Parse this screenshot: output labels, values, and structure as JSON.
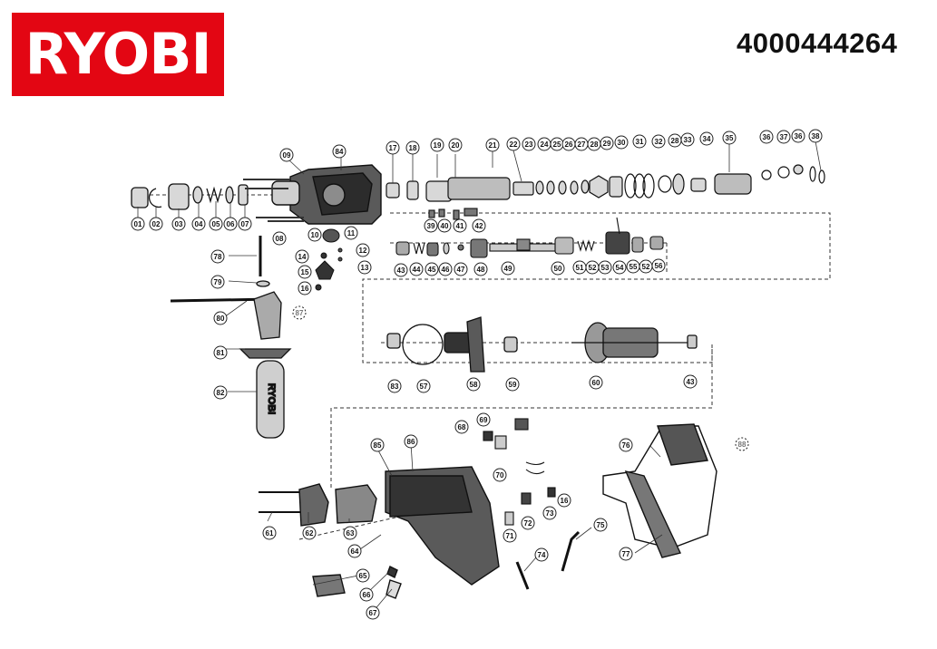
{
  "brand": {
    "logo_text": "RYOBI",
    "color": "#e30613"
  },
  "document": {
    "part_number": "4000444264"
  },
  "diagram": {
    "handle_label": "RYOBI",
    "callouts": [
      {
        "id": "01",
        "shape": "circle"
      },
      {
        "id": "02",
        "shape": "circle"
      },
      {
        "id": "03",
        "shape": "circle"
      },
      {
        "id": "04",
        "shape": "circle"
      },
      {
        "id": "05",
        "shape": "circle"
      },
      {
        "id": "06",
        "shape": "circle"
      },
      {
        "id": "07",
        "shape": "circle"
      },
      {
        "id": "08",
        "shape": "circle"
      },
      {
        "id": "09",
        "shape": "circle"
      },
      {
        "id": "10",
        "shape": "circle"
      },
      {
        "id": "11",
        "shape": "circle"
      },
      {
        "id": "12",
        "shape": "circle"
      },
      {
        "id": "13",
        "shape": "circle"
      },
      {
        "id": "14",
        "shape": "circle"
      },
      {
        "id": "15",
        "shape": "circle"
      },
      {
        "id": "16",
        "shape": "circle"
      },
      {
        "id": "17",
        "shape": "circle"
      },
      {
        "id": "18",
        "shape": "circle"
      },
      {
        "id": "19",
        "shape": "circle"
      },
      {
        "id": "20",
        "shape": "circle"
      },
      {
        "id": "21",
        "shape": "circle"
      },
      {
        "id": "22",
        "shape": "circle"
      },
      {
        "id": "23",
        "shape": "circle"
      },
      {
        "id": "24",
        "shape": "circle"
      },
      {
        "id": "25",
        "shape": "circle"
      },
      {
        "id": "26",
        "shape": "circle"
      },
      {
        "id": "27",
        "shape": "circle"
      },
      {
        "id": "28",
        "shape": "circle"
      },
      {
        "id": "29",
        "shape": "circle"
      },
      {
        "id": "30",
        "shape": "circle"
      },
      {
        "id": "31",
        "shape": "circle"
      },
      {
        "id": "32",
        "shape": "circle"
      },
      {
        "id": "28",
        "shape": "circle"
      },
      {
        "id": "33",
        "shape": "circle"
      },
      {
        "id": "34",
        "shape": "circle"
      },
      {
        "id": "35",
        "shape": "circle"
      },
      {
        "id": "36",
        "shape": "circle"
      },
      {
        "id": "37",
        "shape": "circle"
      },
      {
        "id": "36",
        "shape": "circle"
      },
      {
        "id": "38",
        "shape": "circle"
      },
      {
        "id": "39",
        "shape": "circle"
      },
      {
        "id": "40",
        "shape": "circle"
      },
      {
        "id": "41",
        "shape": "circle"
      },
      {
        "id": "42",
        "shape": "circle"
      },
      {
        "id": "43",
        "shape": "circle"
      },
      {
        "id": "44",
        "shape": "circle"
      },
      {
        "id": "45",
        "shape": "circle"
      },
      {
        "id": "46",
        "shape": "circle"
      },
      {
        "id": "47",
        "shape": "circle"
      },
      {
        "id": "48",
        "shape": "circle"
      },
      {
        "id": "49",
        "shape": "circle"
      },
      {
        "id": "50",
        "shape": "circle"
      },
      {
        "id": "51",
        "shape": "circle"
      },
      {
        "id": "52",
        "shape": "circle"
      },
      {
        "id": "53",
        "shape": "circle"
      },
      {
        "id": "54",
        "shape": "circle"
      },
      {
        "id": "55",
        "shape": "circle"
      },
      {
        "id": "52",
        "shape": "circle"
      },
      {
        "id": "56",
        "shape": "circle"
      },
      {
        "id": "57",
        "shape": "circle"
      },
      {
        "id": "58",
        "shape": "circle"
      },
      {
        "id": "59",
        "shape": "circle"
      },
      {
        "id": "60",
        "shape": "circle"
      },
      {
        "id": "43",
        "shape": "circle"
      },
      {
        "id": "61",
        "shape": "circle"
      },
      {
        "id": "62",
        "shape": "circle"
      },
      {
        "id": "63",
        "shape": "circle"
      },
      {
        "id": "64",
        "shape": "circle"
      },
      {
        "id": "65",
        "shape": "circle"
      },
      {
        "id": "66",
        "shape": "circle"
      },
      {
        "id": "67",
        "shape": "circle"
      },
      {
        "id": "68",
        "shape": "circle"
      },
      {
        "id": "69",
        "shape": "circle"
      },
      {
        "id": "70",
        "shape": "circle"
      },
      {
        "id": "71",
        "shape": "circle"
      },
      {
        "id": "72",
        "shape": "circle"
      },
      {
        "id": "73",
        "shape": "circle"
      },
      {
        "id": "16",
        "shape": "circle"
      },
      {
        "id": "74",
        "shape": "circle"
      },
      {
        "id": "75",
        "shape": "circle"
      },
      {
        "id": "76",
        "shape": "circle"
      },
      {
        "id": "77",
        "shape": "circle"
      },
      {
        "id": "78",
        "shape": "circle"
      },
      {
        "id": "79",
        "shape": "circle"
      },
      {
        "id": "80",
        "shape": "circle"
      },
      {
        "id": "81",
        "shape": "circle"
      },
      {
        "id": "82",
        "shape": "circle"
      },
      {
        "id": "83",
        "shape": "circle"
      },
      {
        "id": "84",
        "shape": "circle"
      },
      {
        "id": "85",
        "shape": "circle"
      },
      {
        "id": "86",
        "shape": "circle"
      },
      {
        "id": "87",
        "shape": "dashed-circle"
      },
      {
        "id": "88",
        "shape": "dashed-circle"
      }
    ]
  }
}
